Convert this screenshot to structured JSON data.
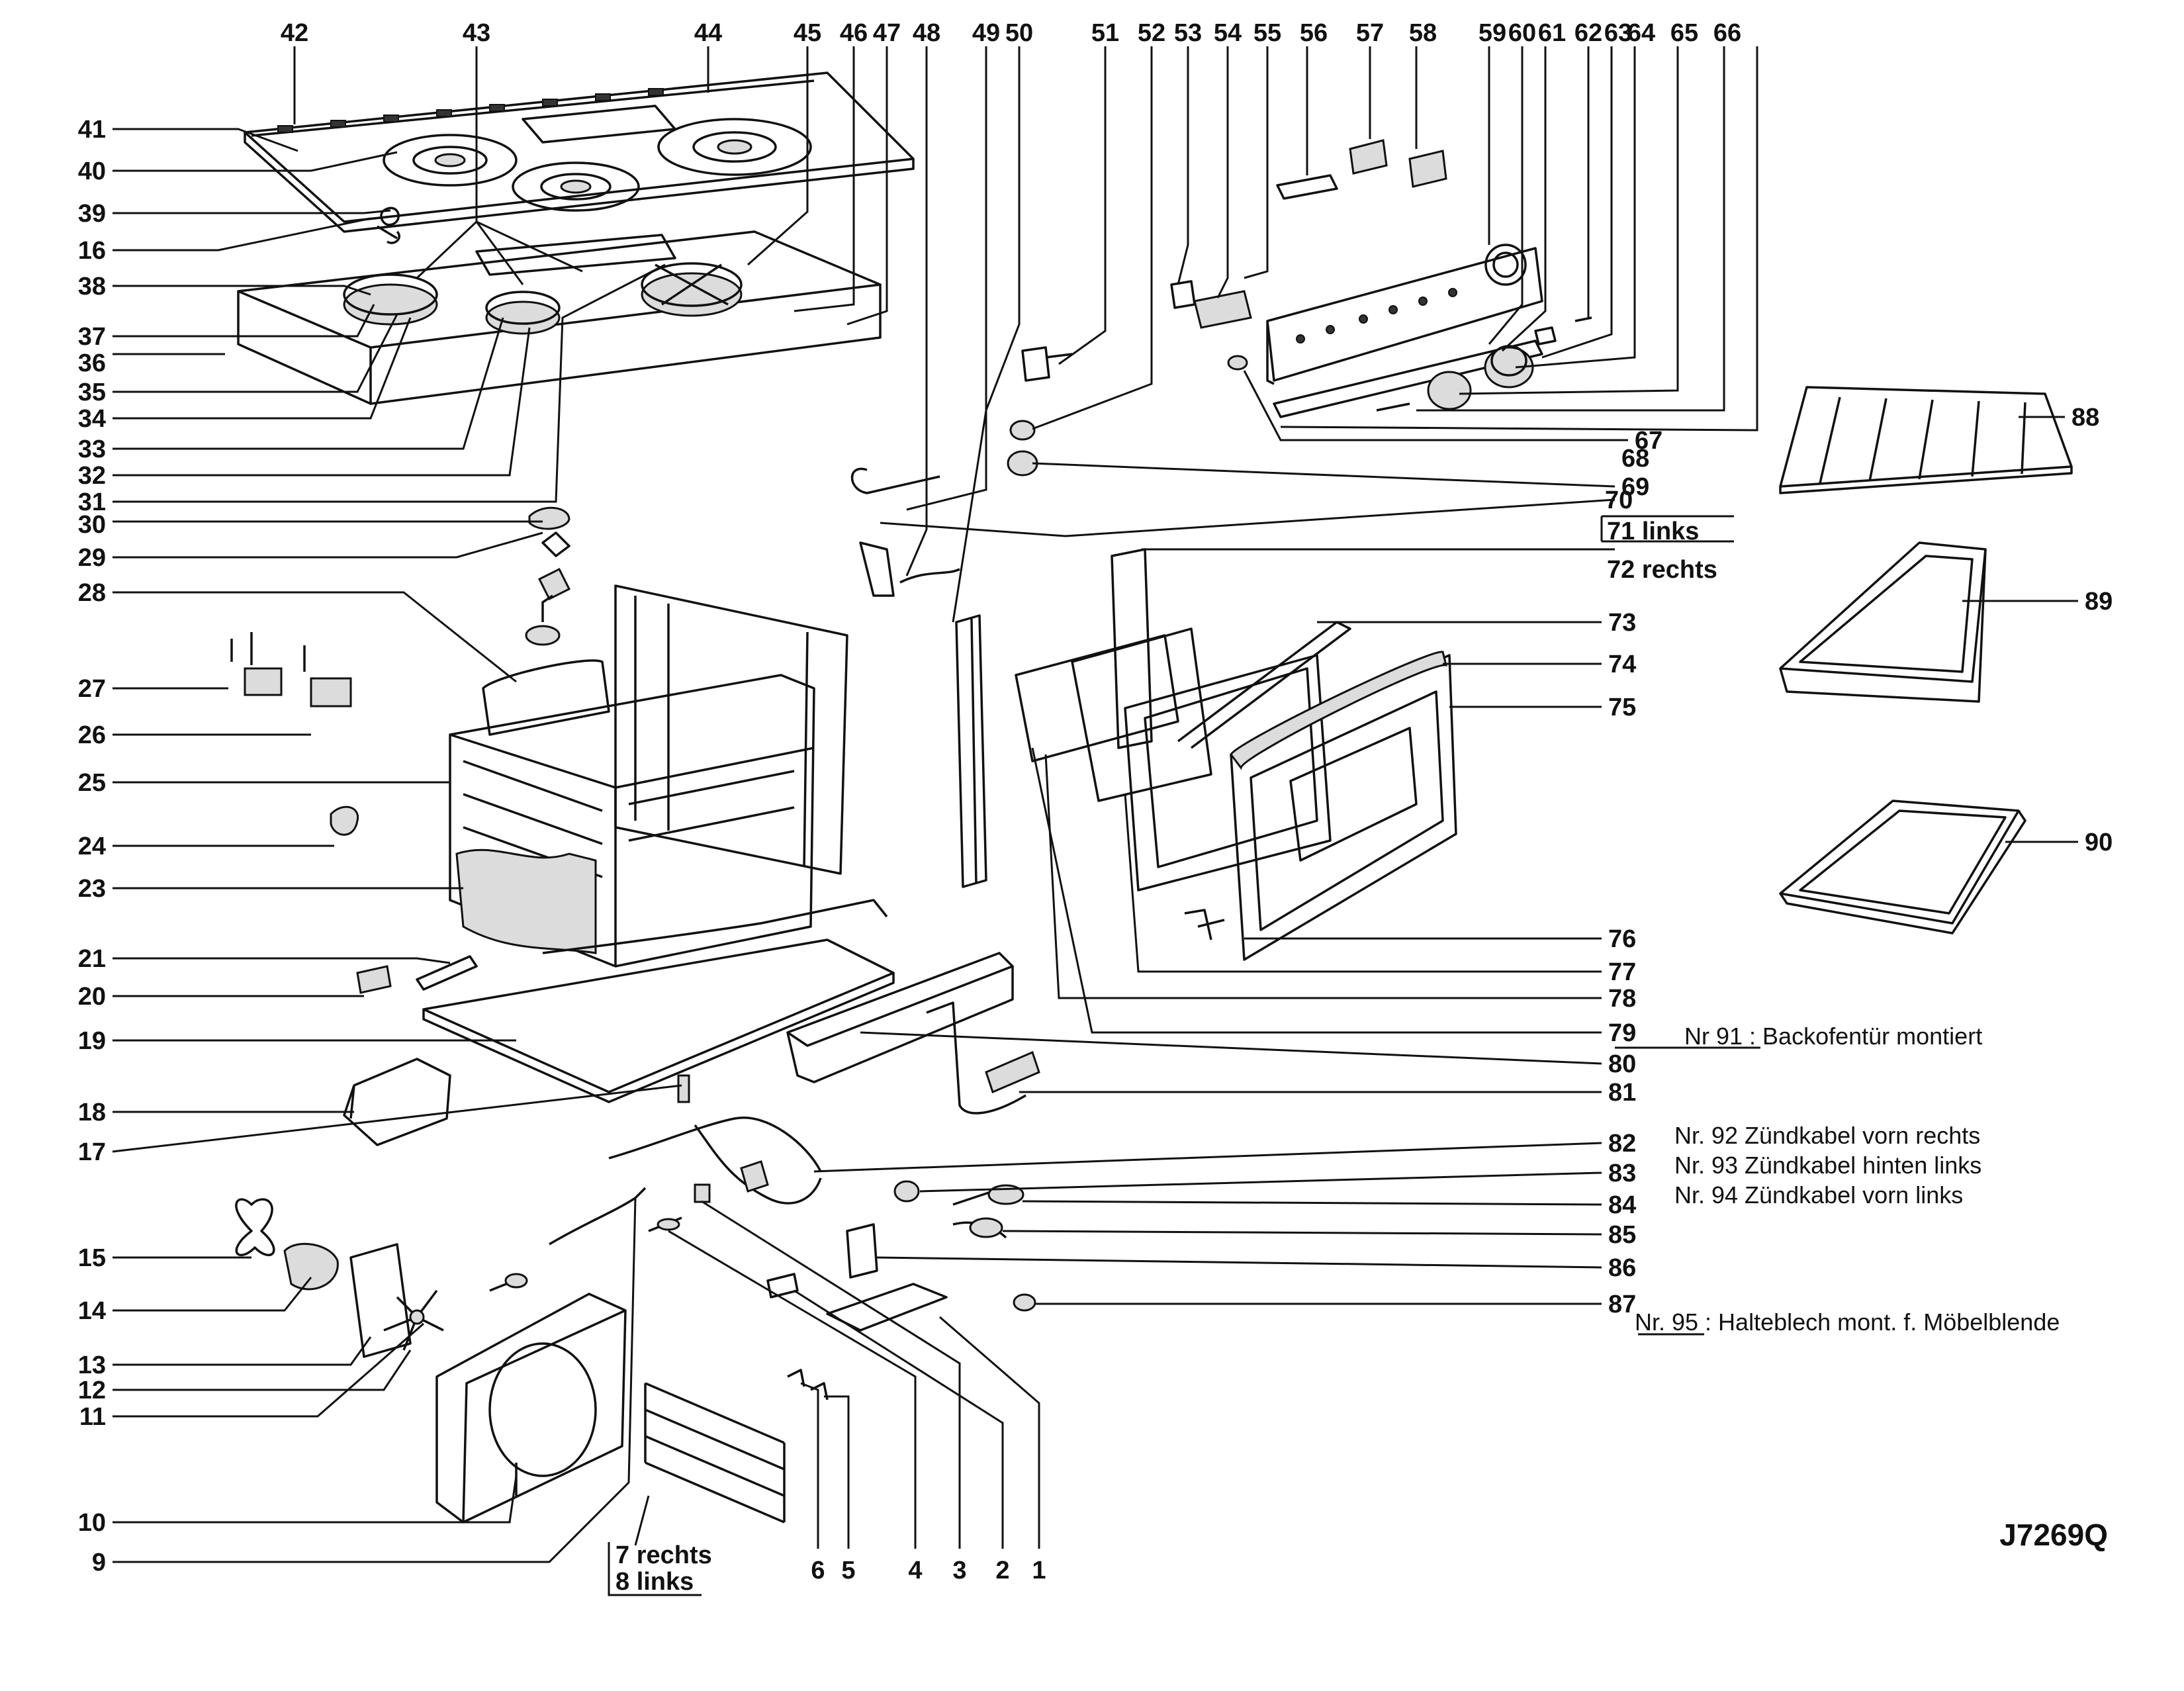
{
  "drawing_code": "J7269Q",
  "labels": {
    "l1": "1",
    "l2": "2",
    "l3": "3",
    "l4": "4",
    "l5": "5",
    "l6": "6",
    "l9": "9",
    "l10": "10",
    "l11": "11",
    "l12": "12",
    "l13": "13",
    "l14": "14",
    "l15": "15",
    "l16": "16",
    "l17": "17",
    "l18": "18",
    "l19": "19",
    "l20": "20",
    "l21": "21",
    "l23": "23",
    "l24": "24",
    "l25": "25",
    "l26": "26",
    "l27": "27",
    "l28": "28",
    "l29": "29",
    "l30": "30",
    "l31": "31",
    "l32": "32",
    "l33": "33",
    "l34": "34",
    "l35": "35",
    "l36": "36",
    "l37": "37",
    "l38": "38",
    "l39": "39",
    "l40": "40",
    "l41": "41",
    "l42": "42",
    "l43": "43",
    "l44": "44",
    "l45": "45",
    "l46": "46",
    "l47": "47",
    "l48": "48",
    "l49": "49",
    "l50": "50",
    "l51": "51",
    "l52": "52",
    "l53": "53",
    "l54": "54",
    "l55": "55",
    "l56": "56",
    "l57": "57",
    "l58": "58",
    "l59": "59",
    "l60": "60",
    "l61": "61",
    "l62": "62",
    "l63": "63",
    "l64": "64",
    "l65": "65",
    "l66": "66",
    "l67": "67",
    "l68": "68",
    "l69": "69",
    "l70": "70",
    "l73": "73",
    "l74": "74",
    "l75": "75",
    "l76": "76",
    "l77": "77",
    "l78": "78",
    "l79": "79",
    "l80": "80",
    "l81": "81",
    "l82": "82",
    "l83": "83",
    "l84": "84",
    "l85": "85",
    "l86": "86",
    "l87": "87",
    "l88": "88",
    "l89": "89",
    "l90": "90"
  },
  "labels_lr": {
    "l71": "71 links",
    "l72": "72 rechts",
    "l7": "7 rechts",
    "l8": "8 links"
  },
  "notes": {
    "n91": "Nr 91 : Backofentür montiert",
    "n92": "Nr. 92 Zündkabel  vorn rechts",
    "n93": "Nr. 93 Zündkabel  hinten links",
    "n94": "Nr. 94 Zündkabel  vorn links",
    "n95": "Nr. 95 : Halteblech mont. f. Möbelblende"
  }
}
